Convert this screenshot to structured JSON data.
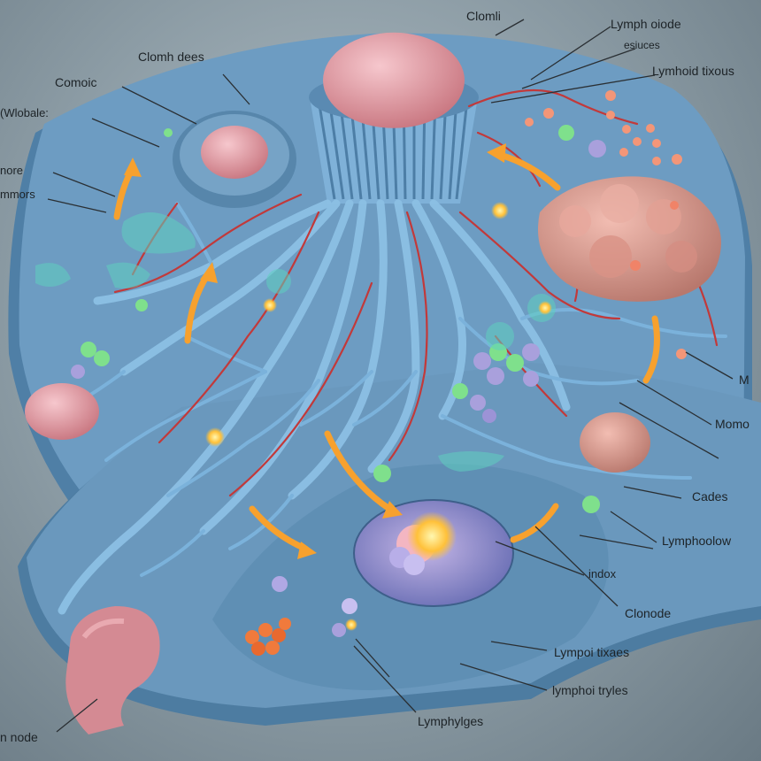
{
  "labels": {
    "clomh_dees": "Clomh dees",
    "clomli": "Clomli",
    "lymph_oiode": "Lymph oiode",
    "esiuces": "esiuces",
    "lymhoid_tixous": "Lymhoid tixous",
    "comoic": "Comoic",
    "wlobale": "(Wlobale:",
    "nore": "nore",
    "mmors": "mmors",
    "m": "M",
    "momo": "Momo",
    "cades": "Cades",
    "lymphoolow": "Lymphoolow",
    "indox": "indox",
    "clonode": "Clonode",
    "lympoi_tixaes": "Lympoi tixaes",
    "lymphoi_tryles": "lymphoi tryles",
    "lymphylges": "Lymphylges",
    "n_node": "n node"
  },
  "colors": {
    "tissue": "#5f8fb4",
    "vessel": "#8cc0e4",
    "capillary": "#c2393a",
    "node": "#e6a2ad",
    "arrow": "#f7a12e",
    "lymphocyte_green": "#7fe08c",
    "lymphocyte_purple": "#a9a0dc",
    "glow": "#ffd23c"
  }
}
